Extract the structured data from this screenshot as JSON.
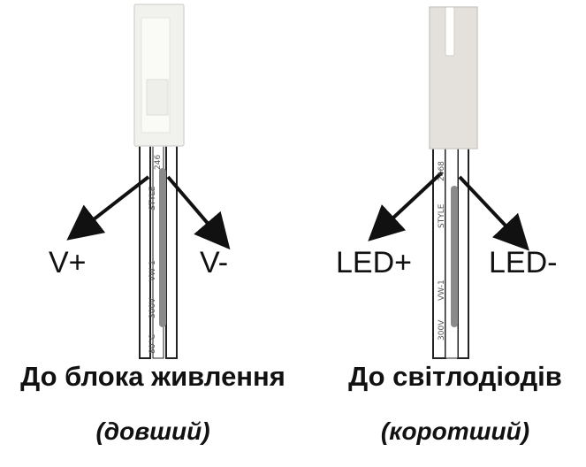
{
  "left_connector": {
    "plus_label": "V+",
    "minus_label": "V-",
    "wire_print": [
      "246",
      "STYLE",
      "VW-1",
      "300V",
      "80°C"
    ],
    "caption": "До блока живлення",
    "subcaption": "(довший)"
  },
  "right_connector": {
    "plus_label": "LED+",
    "minus_label": "LED-",
    "wire_print": [
      "2468",
      "STYLE",
      "VW-1",
      "300V"
    ],
    "caption": "До світлодіодів",
    "subcaption": "(коротший)"
  },
  "colors": {
    "left_housing": "#f1f1ee",
    "right_housing": "#e4e1dc",
    "wire_stripe": "#8a8a8a",
    "arrow": "#111111"
  }
}
